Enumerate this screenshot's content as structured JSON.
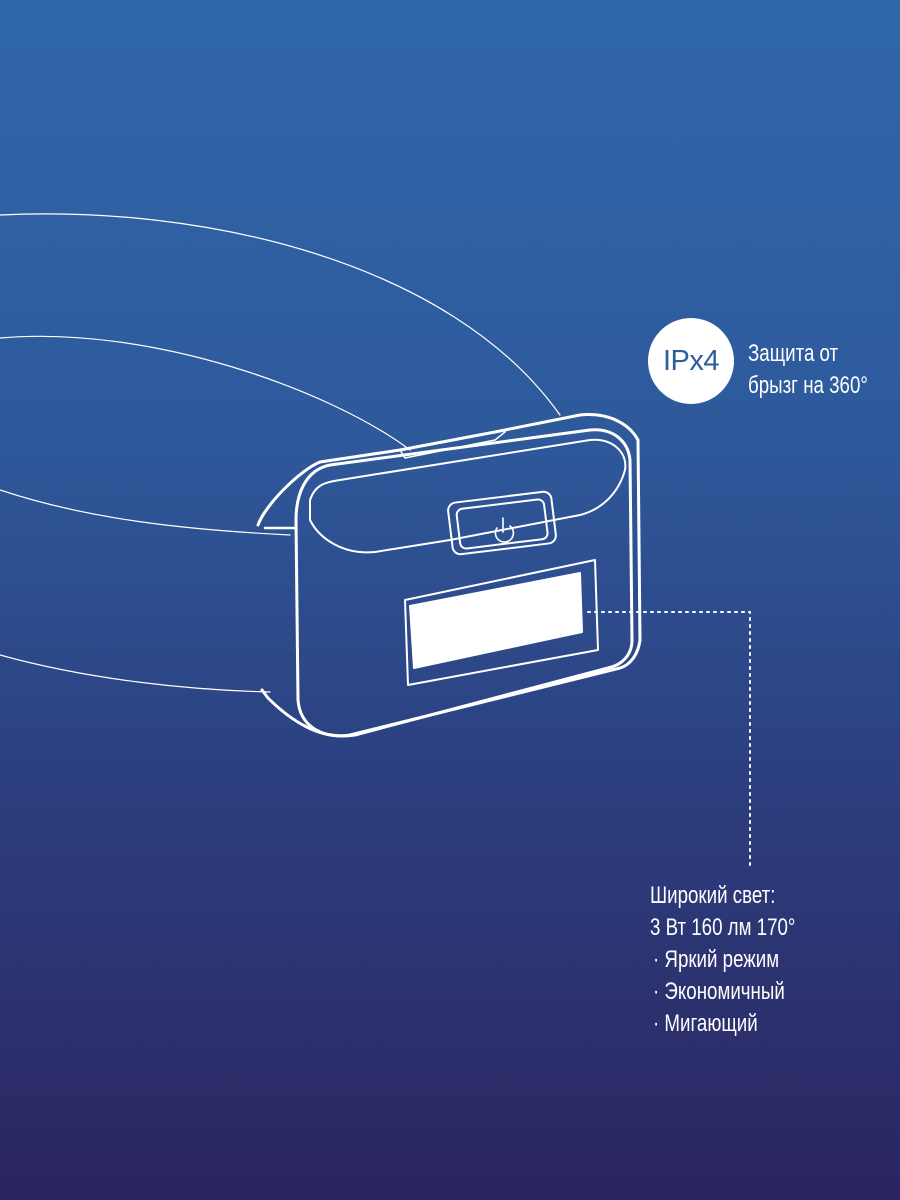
{
  "colors": {
    "bg_top": "#2f67a9",
    "bg_bottom": "#2b2560",
    "line": "#ffffff",
    "badge_text": "#2d5d9f"
  },
  "badge": {
    "label": "IPx4"
  },
  "protection": {
    "lines": [
      "Защита от",
      "брызг на 360°"
    ]
  },
  "light": {
    "title": "Широкий свет:",
    "spec": "3 Вт 160 лм 170°",
    "modes": [
      "· Яркий режим",
      "· Экономичный",
      "· Мигающий"
    ]
  },
  "icons": {
    "power": "power-icon"
  }
}
